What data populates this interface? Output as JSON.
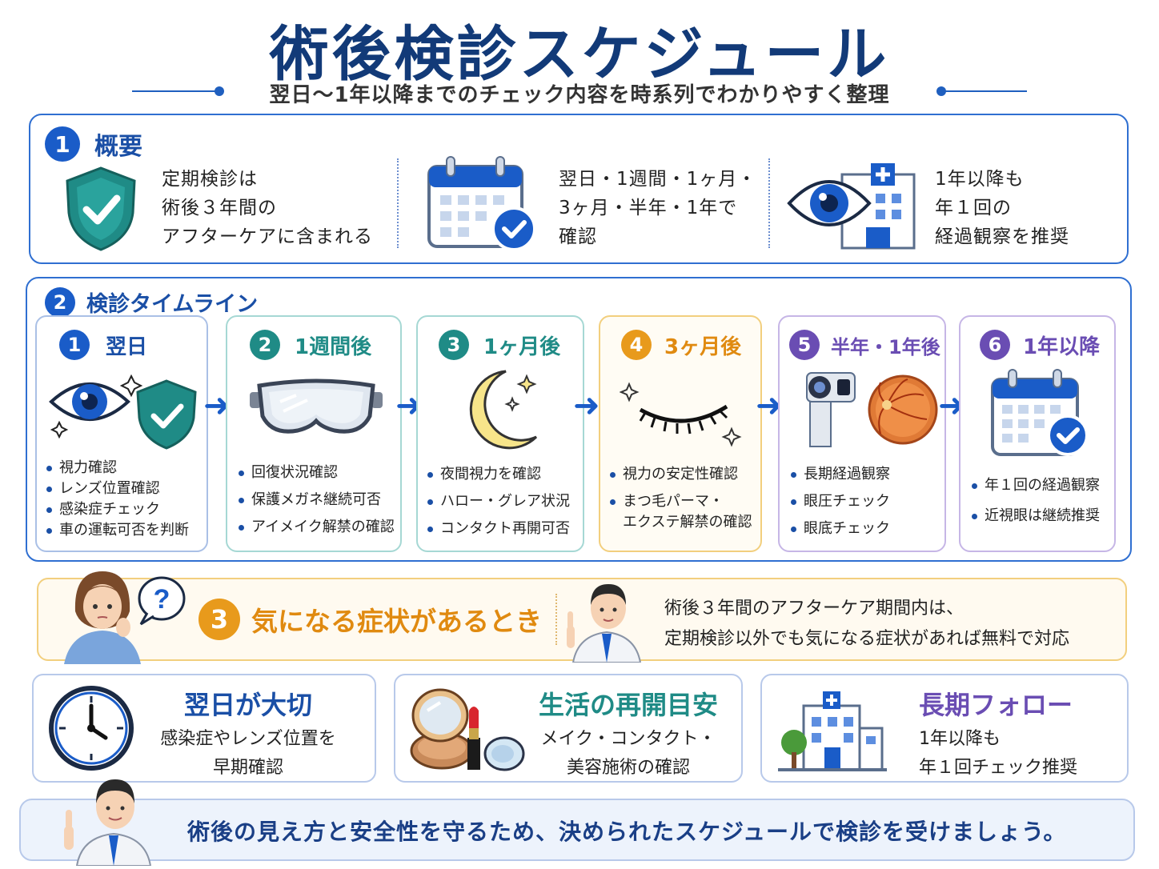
{
  "header": {
    "title": "術後検診スケジュール",
    "subtitle": "翌日〜1年以降までのチェック内容を時系列でわかりやすく整理"
  },
  "overview": {
    "number": "1",
    "title": "概要",
    "items": [
      {
        "icon": "shield-check-icon",
        "lines": [
          "定期検診は",
          "術後３年間の",
          "アフターケアに含まれる"
        ]
      },
      {
        "icon": "calendar-check-icon",
        "lines": [
          "翌日・1週間・1ヶ月・",
          "3ヶ月・半年・1年で",
          "確認"
        ]
      },
      {
        "icon": "eye-hospital-icon",
        "lines": [
          "1年以降も",
          "年１回の",
          "経過観察を推奨"
        ]
      }
    ]
  },
  "timeline": {
    "number": "2",
    "title": "検診タイムライン",
    "stages": [
      {
        "number": "1",
        "label": "翌日",
        "color": "#1a5cc8",
        "icon": "eye-shield-icon",
        "items": [
          "視力確認",
          "レンズ位置確認",
          "感染症チェック",
          "車の運転可否を判断"
        ]
      },
      {
        "number": "2",
        "label": "1週間後",
        "color": "#1f8b86",
        "icon": "goggles-icon",
        "items": [
          "回復状況確認",
          "保護メガネ継続可否",
          "アイメイク解禁の確認"
        ]
      },
      {
        "number": "3",
        "label": "1ヶ月後",
        "color": "#1f8b86",
        "icon": "moon-icon",
        "items": [
          "夜間視力を確認",
          "ハロー・グレア状況",
          "コンタクト再開可否"
        ]
      },
      {
        "number": "4",
        "label": "3ヶ月後",
        "color": "#e89a1c",
        "icon": "eyelash-icon",
        "items": [
          "視力の安定性確認",
          "まつ毛パーマ・\nエクステ解禁の確認"
        ]
      },
      {
        "number": "5",
        "label": "半年・1年後",
        "color": "#6a4db3",
        "icon": "eye-exam-icon",
        "items": [
          "長期経過観察",
          "眼圧チェック",
          "眼底チェック"
        ]
      },
      {
        "number": "6",
        "label": "1年以降",
        "color": "#6a4db3",
        "icon": "calendar-check-icon",
        "items": [
          "年１回の経過観察",
          "近視眼は継続推奨"
        ]
      }
    ]
  },
  "symptoms": {
    "number": "3",
    "title": "気になる症状があるとき",
    "question_mark": "?",
    "lines": [
      "術後３年間のアフターケア期間内は、",
      "定期検診以外でも気になる症状があれば無料で対応"
    ]
  },
  "bottom_cards": [
    {
      "title": "翌日が大切",
      "color": "#1a4fa6",
      "icon": "clock-icon",
      "lines": [
        "感染症やレンズ位置を",
        "早期確認"
      ]
    },
    {
      "title": "生活の再開目安",
      "color": "#1f8b86",
      "icon": "makeup-icon",
      "lines": [
        "メイク・コンタクト・",
        "美容施術の確認"
      ]
    },
    {
      "title": "長期フォロー",
      "color": "#6a4db3",
      "icon": "hospital-icon",
      "lines": [
        "1年以降も",
        "年１回チェック推奨"
      ]
    }
  ],
  "footer": {
    "message": "術後の見え方と安全性を守るため、決められたスケジュールで検診を受けましょう。"
  }
}
